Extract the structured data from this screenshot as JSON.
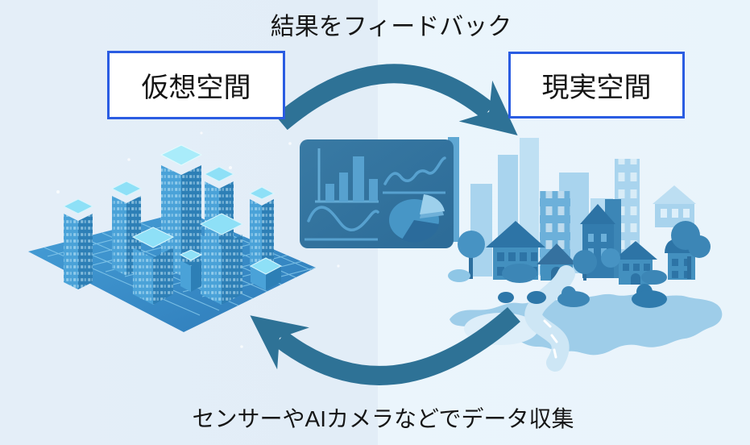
{
  "diagram": {
    "top_caption": "結果をフィードバック",
    "bottom_caption": "センサーやAIカメラなどでデータ収集",
    "left_box_label": "仮想空間",
    "right_box_label": "現実空間"
  },
  "illustrations": {
    "left": "isometric-virtual-city-on-grid",
    "right": "flat-real-town-with-road",
    "center": "analytics-dashboard-panel",
    "cycle": [
      "arrow-top-left-to-right",
      "arrow-bottom-right-to-left"
    ]
  },
  "icons": {
    "dashboard": [
      "bar-chart",
      "line-chart",
      "wave-chart",
      "pie-chart"
    ]
  },
  "colors": {
    "background_left": "#e2edf7",
    "background_right": "#ebf5fc",
    "box_border": "#2a5ce2",
    "box_fill": "#ffffff",
    "text": "#161616",
    "arrow": "#2e7296",
    "panel": "#31709e",
    "panel_chart": "#5ca6d2",
    "platform": "#3a8cc4",
    "platform_grid": "#8fd0ef",
    "building_top": "#8ee0f7",
    "building_left": "#4aa2d8",
    "building_right": "#2d7fb6",
    "town_light_tower": "#a9d4ee",
    "town_mid_tower": "#6cb0da",
    "town_house_wall": "#4390bf",
    "town_house_roof": "#2d74a6",
    "town_ground": "#9ecde9",
    "town_road": "#cde6f5"
  }
}
